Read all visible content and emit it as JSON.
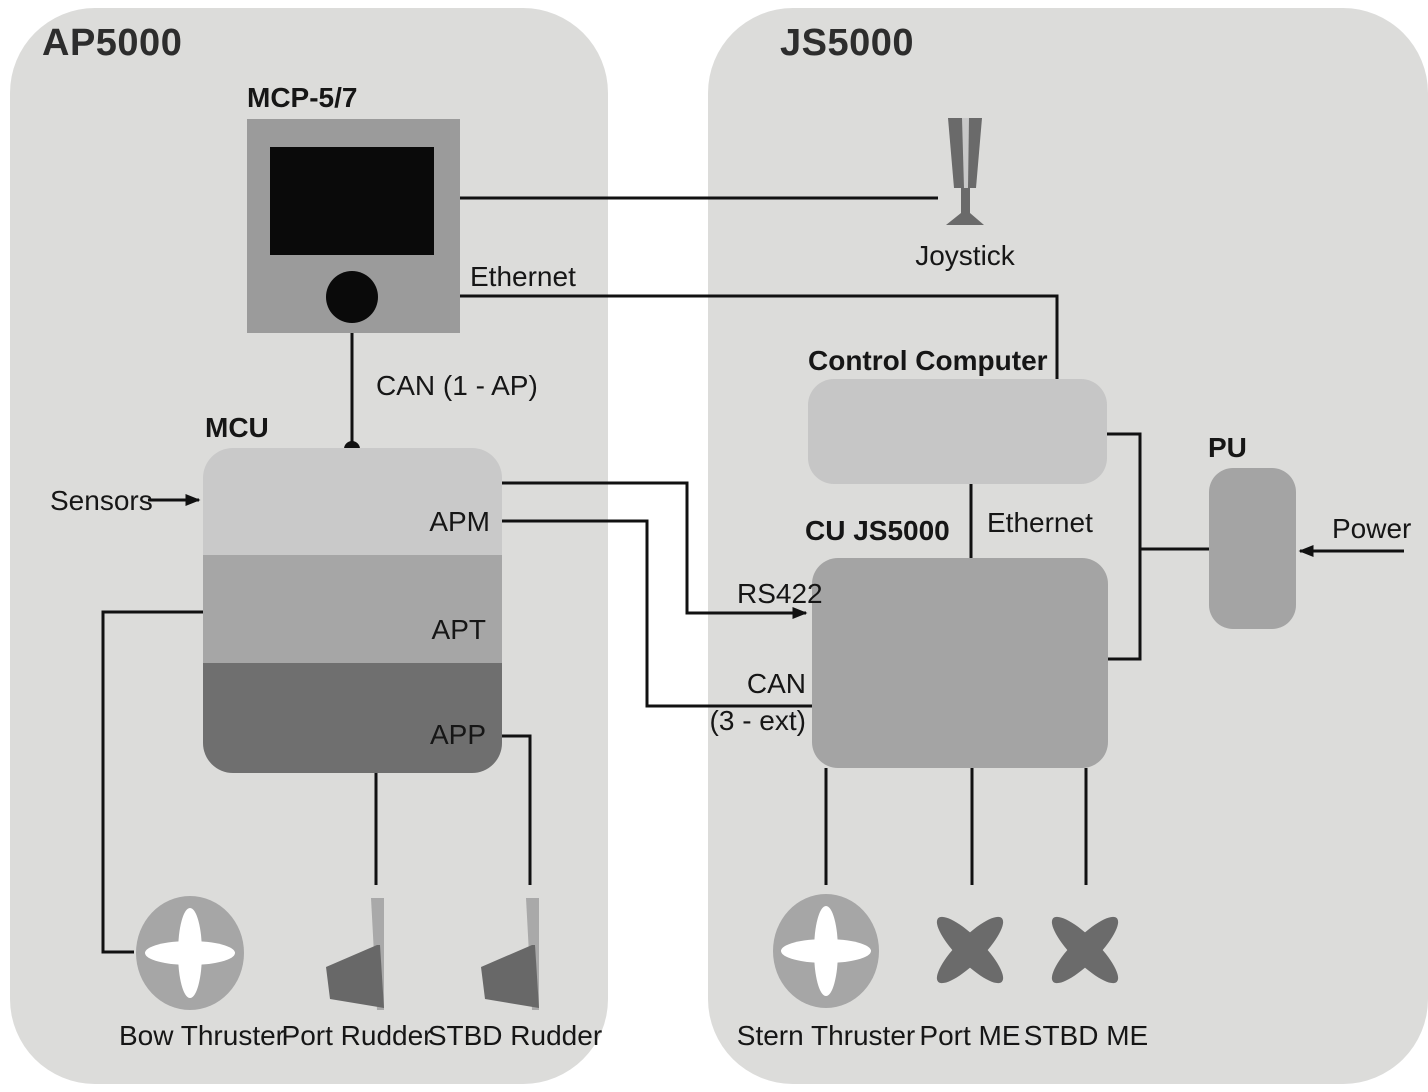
{
  "left": {
    "title": "AP5000",
    "mcp_label": "MCP-5/7",
    "mcu_label": "MCU",
    "modules": [
      "APM",
      "APT",
      "APP"
    ],
    "sensors_label": "Sensors",
    "can1_label": "CAN (1 - AP)",
    "ethernet_label": "Ethernet",
    "devices": [
      "Bow Thruster",
      "Port Rudder",
      "STBD Rudder"
    ]
  },
  "right": {
    "title": "JS5000",
    "joystick_label": "Joystick",
    "control_computer_label": "Control Computer",
    "cu_label": "CU JS5000",
    "pu_label": "PU",
    "ethernet_label": "Ethernet",
    "rs422_label": "RS422",
    "can3_label_line1": "CAN",
    "can3_label_line2": "(3 - ext)",
    "power_label": "Power",
    "devices": [
      "Stern Thruster",
      "Port ME",
      "STBD ME"
    ]
  },
  "colors": {
    "panel_bg": "#dcdcda",
    "module_light": "#c9c9c9",
    "module_mid": "#a6a6a6",
    "module_dark": "#6f6f6f",
    "mcp_body": "#9b9b9b",
    "control_computer": "#c6c6c6",
    "cu_js5000": "#a4a4a4",
    "pu": "#a4a4a4",
    "propeller_dark": "#6b6b6b",
    "wire": "#111111",
    "screen": "#0a0a0a"
  }
}
